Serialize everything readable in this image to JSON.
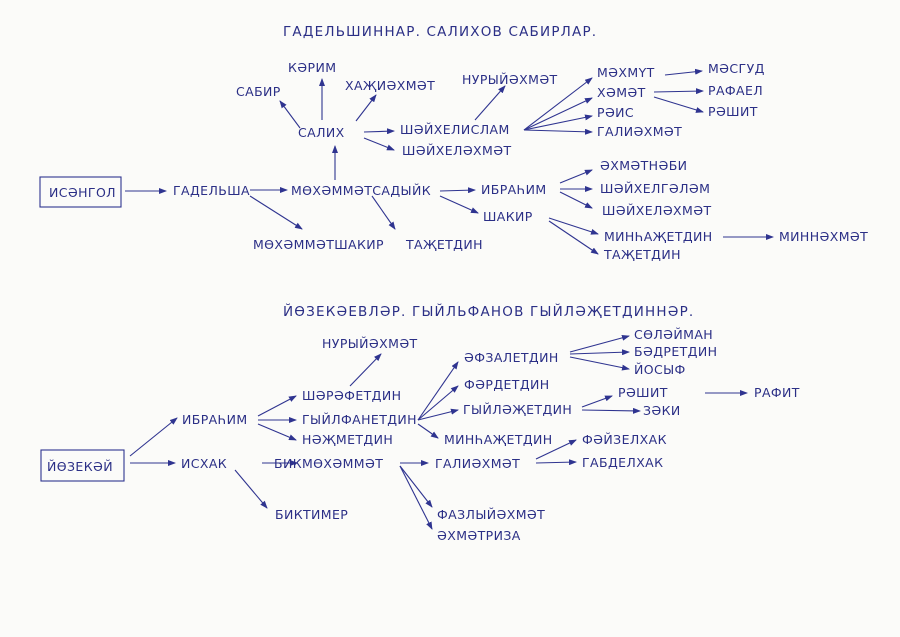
{
  "titles": {
    "gadelsha": "ГАДЕЛЬШИННАР. САЛИХОВ САБИРЛАР.",
    "yozek": "ЙӨЗЕКӘЕВЛӘР. ГЫЙЛЬФАНОВ ГЫЙЛӘҖЕТДИННӘР."
  },
  "names": {
    "isangol": "ИСӘНГОЛ",
    "gadelsha": "ГАДЕЛЬША",
    "mohammatsadyik": "МӨХӘММӘТСАДЫЙК",
    "mohammatshakir": "МӨХӘММӘТШАКИР",
    "tazhetdin": "ТАҖЕТДИН",
    "salih": "САЛИХ",
    "sabir": "САБИР",
    "karim": "КӘРИМ",
    "hazhiahmat": "ХАҖИӘХМӘТ",
    "nuryiahmat": "НУРЫЙӘХМӘТ",
    "shaiheliislam": "ШӘЙХЕЛИСЛАМ",
    "shaihelahmat": "ШӘЙХЕЛӘХМӘТ",
    "mahmut": "МӘХМҮТ",
    "masgud": "МӘСГУД",
    "hamat": "ХӘМӘТ",
    "rafael": "РАФАЕЛ",
    "rashit": "РӘШИТ",
    "rais": "РӘИС",
    "galiahmat": "ГАЛИӘХМӘТ",
    "ibrahim": "ИБРАҺИМ",
    "ahmatnabi": "ӘХМӘТНӘБИ",
    "shaihelgalam": "ШӘЙХЕЛГӘЛӘМ",
    "shaihelahmat2": "ШӘЙХЕЛӘХМӘТ",
    "shakir": "ШАКИР",
    "minhazhetdin": "МИНҺАҖЕТДИН",
    "minnahmat": "МИННӘХМӘТ",
    "tazhetdin2": "ТАҖЕТДИН",
    "yozekay": "ЙӨЗЕКӘЙ",
    "ibrahim2": "ИБРАҺИМ",
    "isxak": "ИСХАК",
    "nuryiahmat2": "НУРЫЙӘХМӘТ",
    "sharafetdin": "ШӘРӘФЕТДИН",
    "gyilfanetdin": "ГЫЙЛФАНЕТДИН",
    "nazhmetdin": "НӘҖМЕТДИН",
    "afzaletdin": "ӘФЗАЛЕТДИН",
    "sulaiman": "СӨЛӘЙМАН",
    "badretdin": "БӘДРЕТДИН",
    "yosyf": "ЙОСЫФ",
    "fardetdin": "ФӘРДЕТДИН",
    "gyilazhetdin": "ГЫЙЛӘҖЕТДИН",
    "rashit2": "РӘШИТ",
    "rafit": "РАФИТ",
    "zaki": "ЗӘКИ",
    "minhazhetdin2": "МИНҺАҖЕТДИН",
    "bikmohammat": "БИКМӨХӘММӘТ",
    "galiahmat2": "ГАЛИӘХМӘТ",
    "faizelhak": "ФӘЙЗЕЛХАК",
    "gabdelhak": "ГАБДЕЛХАК",
    "biktimer": "БИКТИМЕР",
    "fazlyiahmat": "ФАЗЛЫЙӘХМӘТ",
    "ahmatriza": "ӘХМӘТРИЗА"
  }
}
